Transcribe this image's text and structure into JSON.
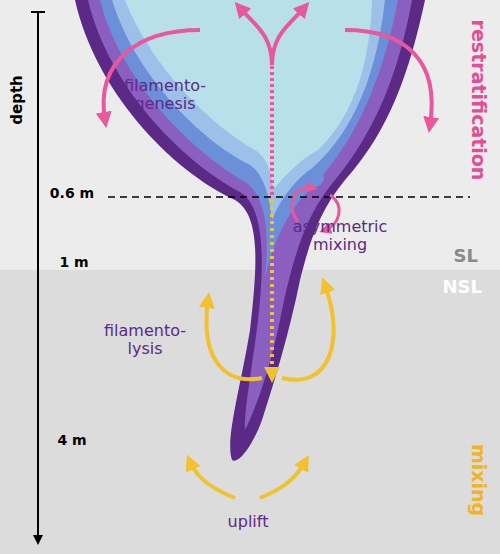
{
  "diagram": {
    "nodes": [
      {
        "text": [
          "SL"
        ]
      },
      {
        "text": [
          "NSL"
        ]
      }
    ],
    "labels": [
      "depth",
      "restratification",
      "filamento- genesis",
      "asymmetric mixing",
      "0.6 m",
      "1 m",
      "filamento- lysis",
      "mixing",
      "4 m",
      "uplift"
    ]
  }
}
